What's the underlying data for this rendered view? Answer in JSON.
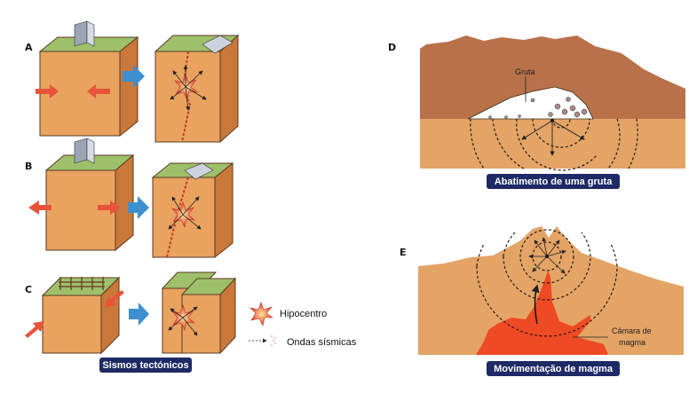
{
  "panels": {
    "a": {
      "label": "A"
    },
    "b": {
      "label": "B"
    },
    "c": {
      "label": "C"
    },
    "d": {
      "label": "D",
      "gruta_label": "Gruta",
      "caption": "Abatimento de uma gruta"
    },
    "e": {
      "label": "E",
      "chamber_label_1": "Câmara de",
      "chamber_label_2": "magma",
      "caption": "Movimentação de magma"
    }
  },
  "legend": {
    "hypocenter": "Hipocentro",
    "waves": "Ondas sísmicas"
  },
  "tectonic_caption": "Sismos tectónicos",
  "colors": {
    "soil_front": "#e9a35f",
    "soil_side": "#c9783a",
    "grass": "#9fc06b",
    "stress_arrow": "#e8533a",
    "transition_arrow": "#3d8fd0",
    "caption_bg": "#1e2a66",
    "magma": "#ee4a24",
    "upper_layer": "#b9714a",
    "lower_layer": "#e3a466"
  }
}
